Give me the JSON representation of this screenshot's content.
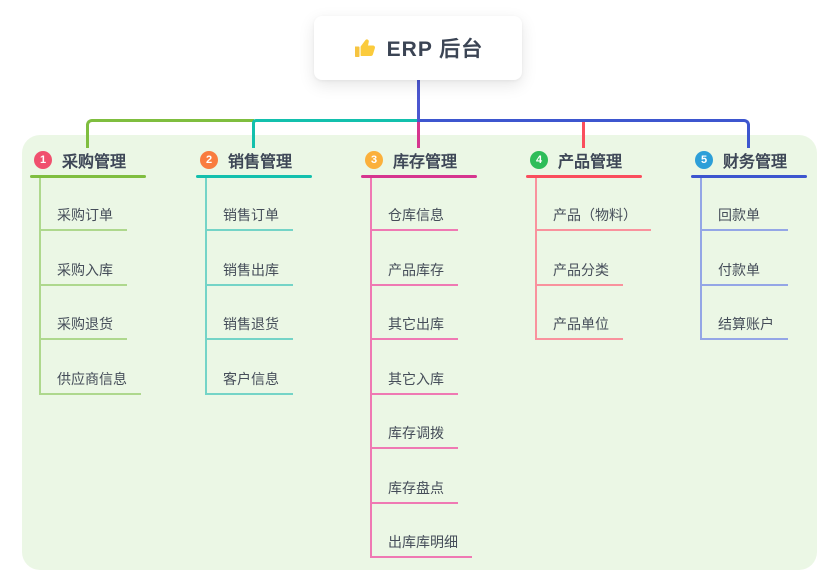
{
  "root": {
    "label": "ERP 后台",
    "icon": "thumbs-up-icon",
    "card_bg": "#ffffff",
    "line_color": "#4c57d0"
  },
  "map_background_color": "#ebf7e5",
  "branches": [
    {
      "index": "1",
      "label": "采购管理",
      "badge_color": "#f0506e",
      "line_color": "#7fbe3f",
      "child_line_color": "#aed88d",
      "children": [
        "采购订单",
        "采购入库",
        "采购退货",
        "供应商信息"
      ]
    },
    {
      "index": "2",
      "label": "销售管理",
      "badge_color": "#f97c3f",
      "line_color": "#13c0ad",
      "child_line_color": "#74d4c7",
      "children": [
        "销售订单",
        "销售出库",
        "销售退货",
        "客户信息"
      ]
    },
    {
      "index": "3",
      "label": "库存管理",
      "badge_color": "#fbb03b",
      "line_color": "#d6368f",
      "child_line_color": "#ef79b3",
      "children": [
        "仓库信息",
        "产品库存",
        "其它出库",
        "其它入库",
        "库存调拨",
        "库存盘点",
        "出库库明细"
      ]
    },
    {
      "index": "4",
      "label": "产品管理",
      "badge_color": "#2ebd59",
      "line_color": "#fa4e5d",
      "child_line_color": "#f9929d",
      "children": [
        "产品（物料）",
        "产品分类",
        "产品单位"
      ]
    },
    {
      "index": "5",
      "label": "财务管理",
      "badge_color": "#2d9fd8",
      "line_color": "#3d56cf",
      "child_line_color": "#94a6e6",
      "children": [
        "回款单",
        "付款单",
        "结算账户"
      ]
    }
  ]
}
